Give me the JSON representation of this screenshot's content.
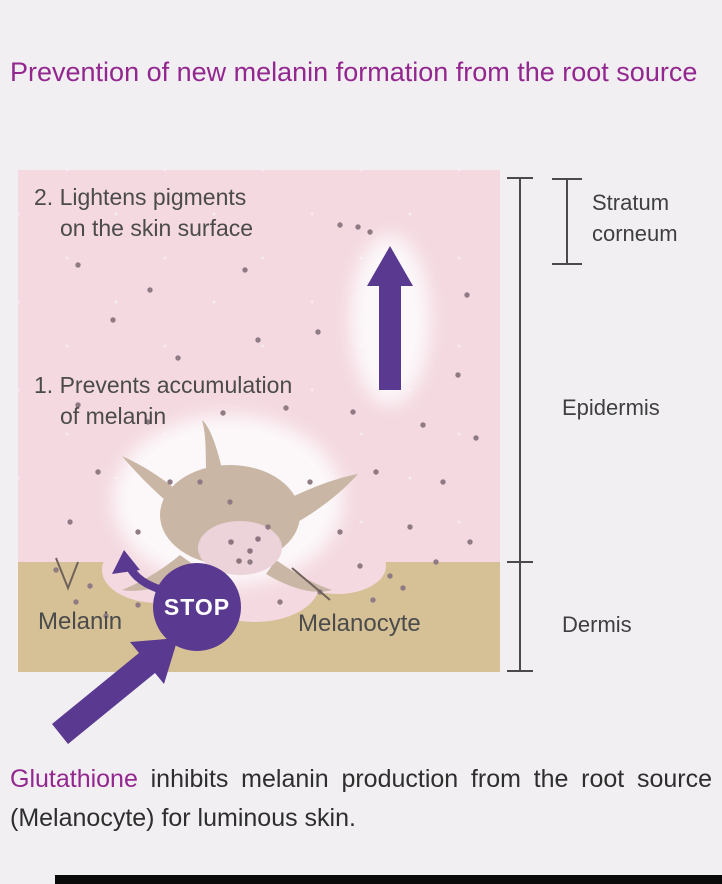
{
  "title": "Prevention of new melanin formation from the root source",
  "diagram": {
    "step2": {
      "line1": "2. Lightens pigments",
      "line2": "on the skin surface"
    },
    "step1": {
      "line1": "1. Prevents accumulation",
      "line2": "of melanin"
    },
    "melanin_label": "Melanin",
    "stop_label": "STOP",
    "melanocyte_label": "Melanocyte"
  },
  "layers": {
    "stratum_corneum_line1": "Stratum",
    "stratum_corneum_line2": "corneum",
    "epidermis": "Epidermis",
    "dermis": "Dermis"
  },
  "caption": {
    "highlight": "Glutathione",
    "rest": "inhibits melanin production from the root source (Melanocyte) for luminous skin."
  },
  "colors": {
    "title": "#93278f",
    "accent": "#5a3a90",
    "cell_pink": "#f4d9e0",
    "dermis_tan": "#d6c096"
  }
}
